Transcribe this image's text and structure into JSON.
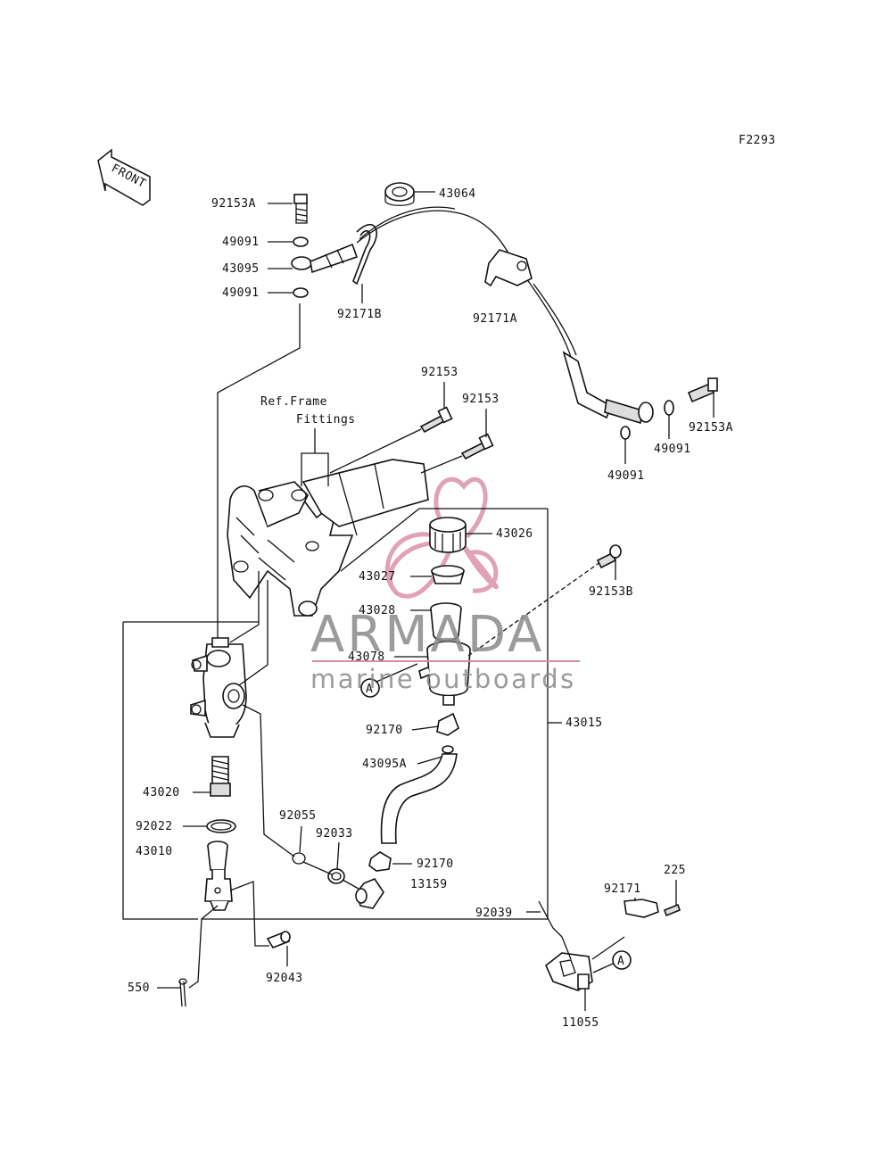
{
  "figure_code": "F2293",
  "front_label": "FRONT",
  "ref_note": {
    "line1": "Ref.Frame",
    "line2": "Fittings"
  },
  "watermark": {
    "brand": "ARMADA",
    "sub": "marine outboards",
    "logo": "propeller-logo",
    "color": "#d98aa8"
  },
  "parts": {
    "p92153A_top": "92153A",
    "p49091_a": "49091",
    "p43095": "43095",
    "p49091_b": "49091",
    "p43064": "43064",
    "p92171B": "92171B",
    "p92171A": "92171A",
    "p92153_a": "92153",
    "p92153_b": "92153",
    "p49091_c": "49091",
    "p92153A_right": "92153A",
    "p49091_d": "49091",
    "p43026": "43026",
    "p43027": "43027",
    "p92153B": "92153B",
    "p43028": "43028",
    "p43078": "43078",
    "p43015": "43015",
    "p92170_a": "92170",
    "p43095A": "43095A",
    "p43020": "43020",
    "p92022": "92022",
    "p43010": "43010",
    "p92055": "92055",
    "p92033": "92033",
    "p92170_b": "92170",
    "p13159": "13159",
    "p225": "225",
    "p92171": "92171",
    "p92039": "92039",
    "p550": "550",
    "p92043": "92043",
    "p11055": "11055"
  },
  "callout_a": "A"
}
